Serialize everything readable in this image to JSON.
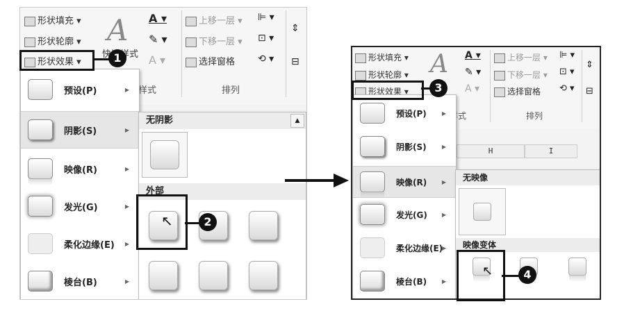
{
  "left": {
    "ribbon": {
      "shape_fill": "形状填充",
      "shape_outline": "形状轮廓",
      "shape_effects": "形状效果",
      "quick_styles": "快速样式",
      "bring_forward": "上移一层",
      "send_backward": "下移一层",
      "selection_pane": "选择窗格",
      "group_label_styles": "样式",
      "group_label_arrange": "排列"
    },
    "menu_items": [
      {
        "label": "预设(P)",
        "icon": "preset-icon"
      },
      {
        "label": "阴影(S)",
        "icon": "shadow-icon"
      },
      {
        "label": "映像(R)",
        "icon": "reflection-icon"
      },
      {
        "label": "发光(G)",
        "icon": "glow-icon"
      },
      {
        "label": "柔化边缘(E)",
        "icon": "soft-edges-icon"
      },
      {
        "label": "棱台(B)",
        "icon": "bevel-icon"
      }
    ],
    "gallery": {
      "no_shadow": "无阴影",
      "outer": "外部"
    }
  },
  "right": {
    "ribbon": {
      "shape_fill": "形状填充",
      "shape_outline": "形状轮廓",
      "shape_effects": "形状效果",
      "bring_forward": "上移一层",
      "send_backward": "下移一层",
      "selection_pane": "选择窗格",
      "group_label_styles": "样式",
      "group_label_arrange": "排列"
    },
    "columns": [
      "H",
      "I"
    ],
    "menu_items": [
      {
        "label": "预设(P)",
        "icon": "preset-icon"
      },
      {
        "label": "阴影(S)",
        "icon": "shadow-icon"
      },
      {
        "label": "映像(R)",
        "icon": "reflection-icon"
      },
      {
        "label": "发光(G)",
        "icon": "glow-icon"
      },
      {
        "label": "柔化边缘(E)",
        "icon": "soft-edges-icon"
      },
      {
        "label": "棱台(B)",
        "icon": "bevel-icon"
      }
    ],
    "gallery": {
      "no_reflection": "无映像",
      "variants": "映像变体"
    }
  },
  "callouts": [
    "1",
    "2",
    "3",
    "4"
  ],
  "colors": {
    "highlight_box": "#111111",
    "menu_highlight": "#e6e6e6"
  }
}
